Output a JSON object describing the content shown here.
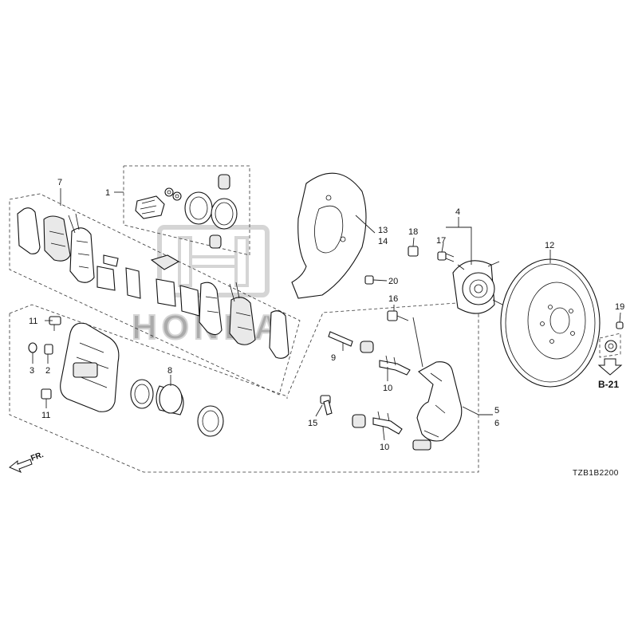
{
  "callouts": [
    "1",
    "2",
    "3",
    "4",
    "5",
    "6",
    "7",
    "8",
    "9",
    "10",
    "10",
    "11",
    "11",
    "12",
    "13",
    "14",
    "15",
    "16",
    "17",
    "18",
    "19",
    "20"
  ],
  "reference_code": "TZB1B2200",
  "ref_arrow_label": "B-21",
  "direction_label": "FR.",
  "watermark_text": "HONDA"
}
